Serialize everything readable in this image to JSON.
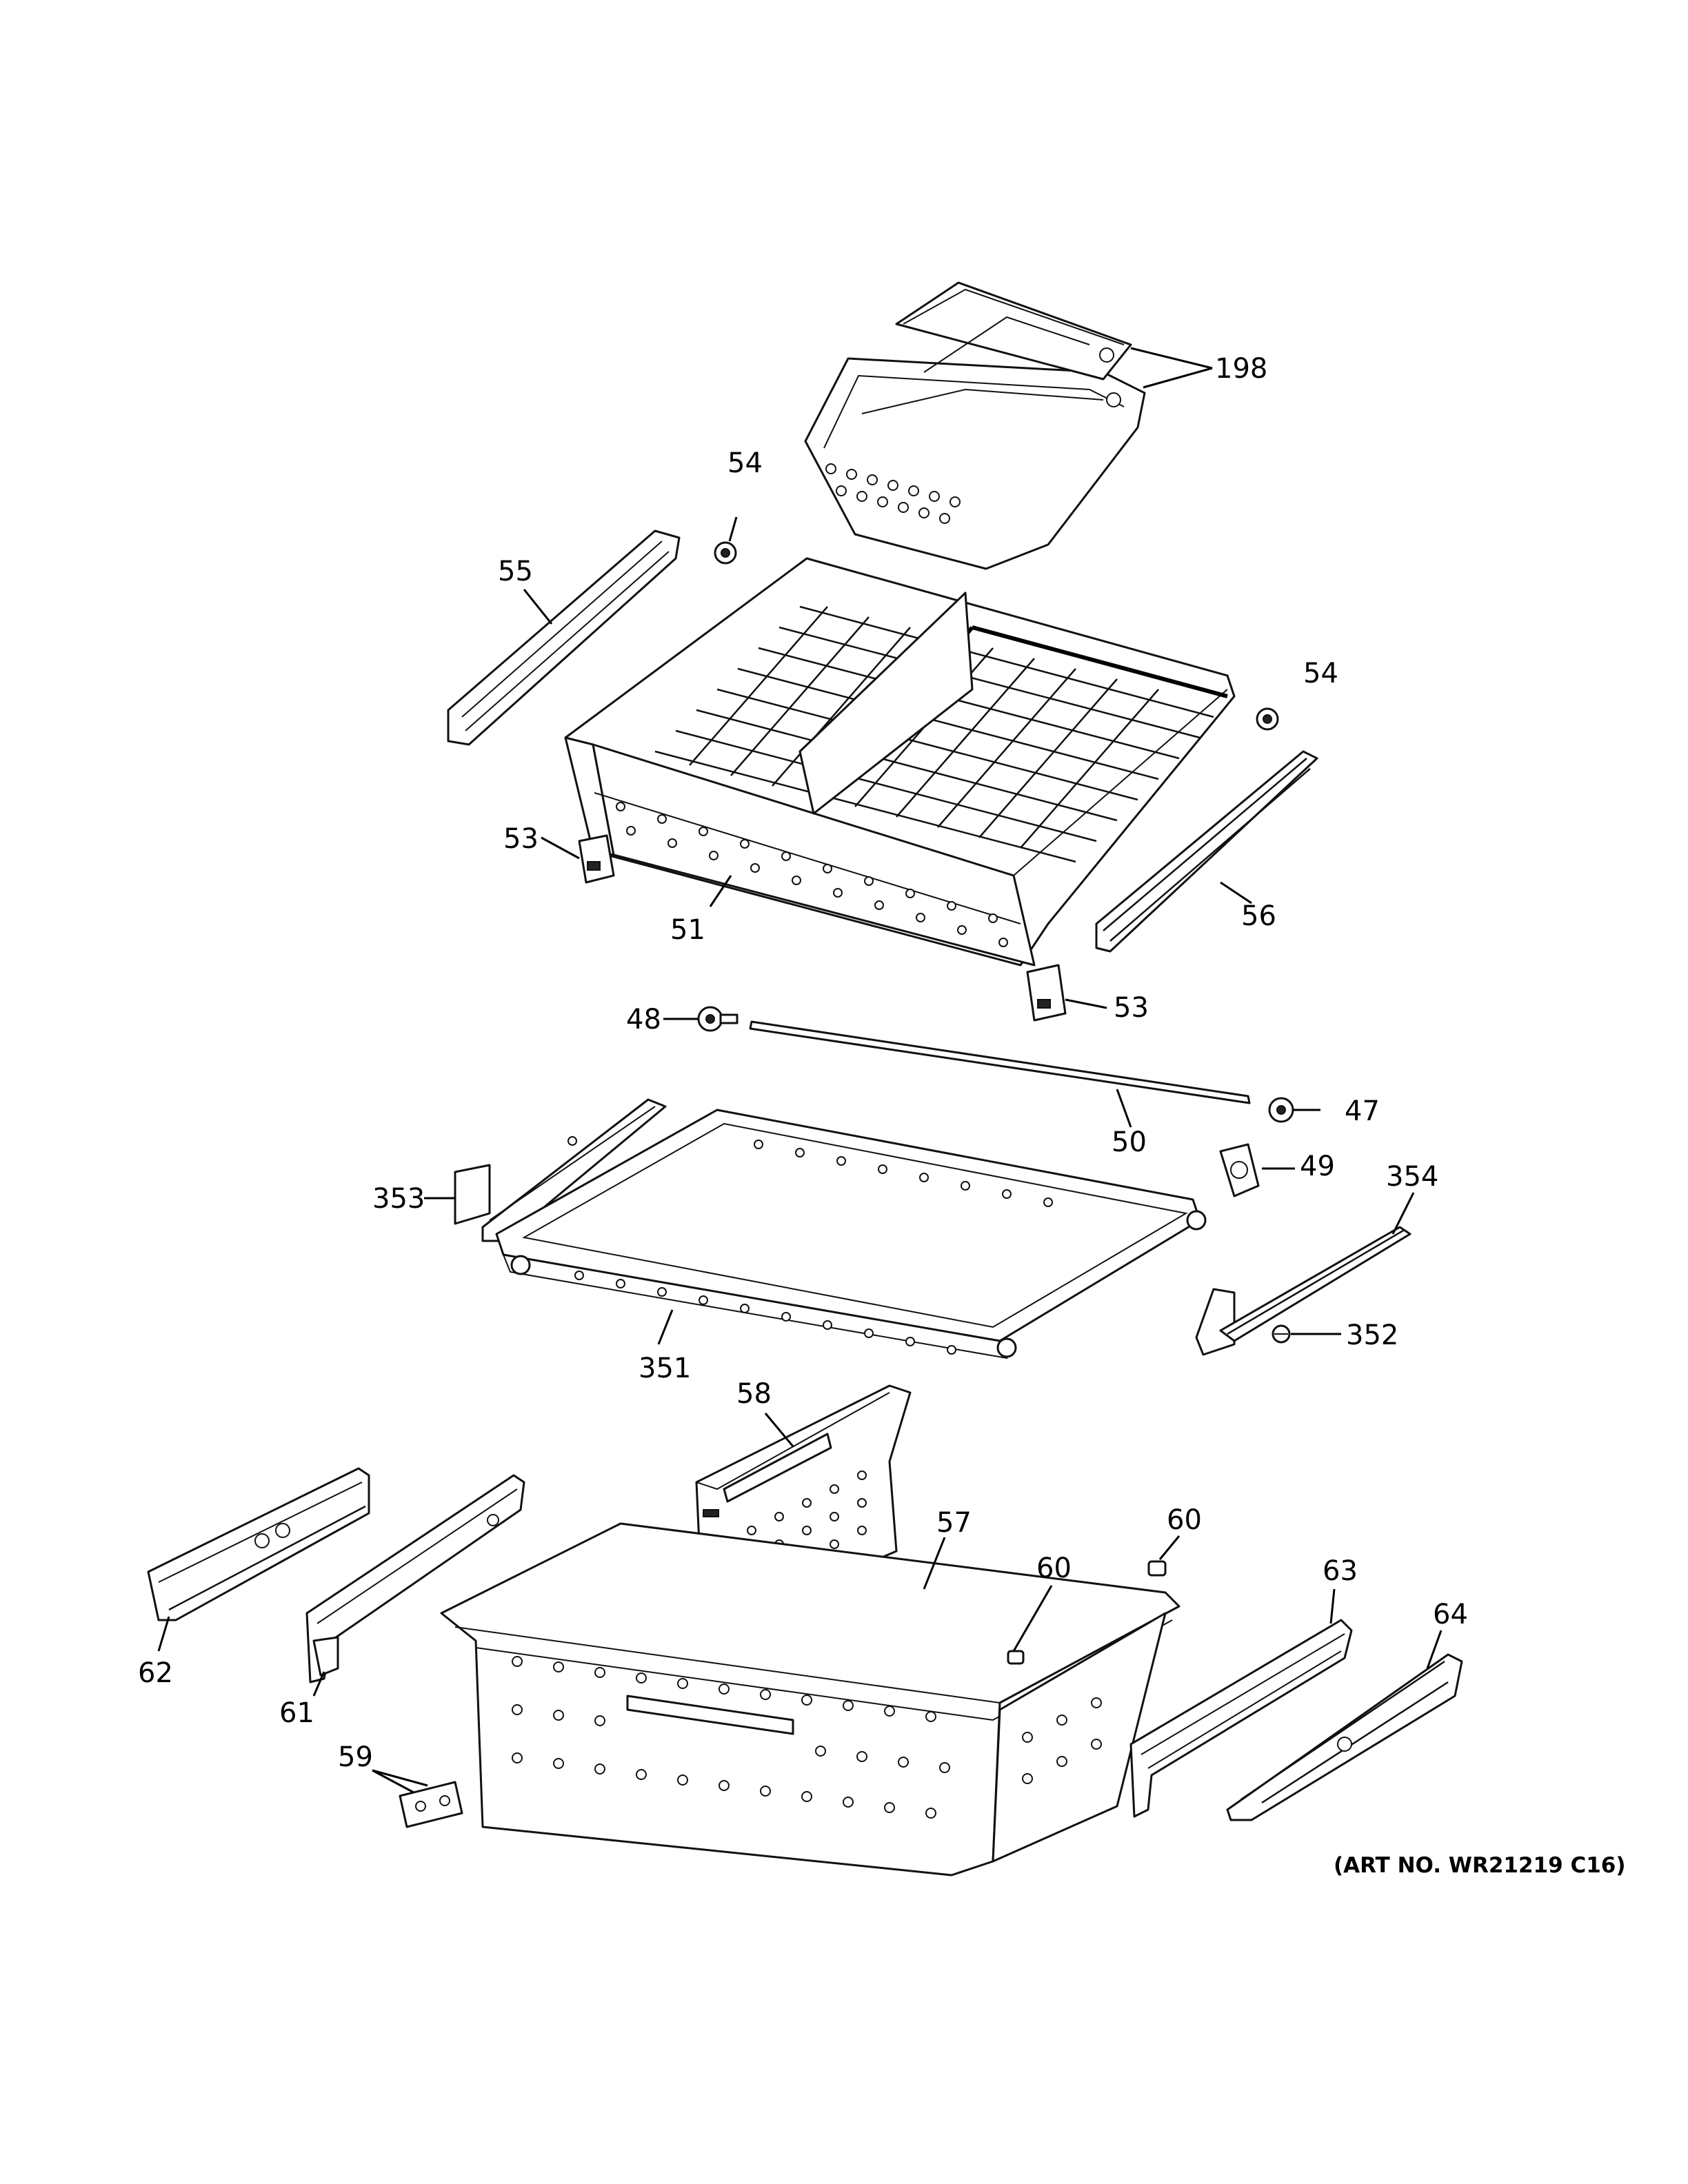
{
  "callouts": {
    "c198": "198",
    "c54a": "54",
    "c54b": "54",
    "c55": "55",
    "c53a": "53",
    "c53b": "53",
    "c51": "51",
    "c56": "56",
    "c48": "48",
    "c47": "47",
    "c50": "50",
    "c49": "49",
    "c353": "353",
    "c354": "354",
    "c352": "352",
    "c351": "351",
    "c58": "58",
    "c57": "57",
    "c60a": "60",
    "c60b": "60",
    "c63": "63",
    "c64": "64",
    "c62": "62",
    "c61": "61",
    "c59": "59"
  },
  "art_number": "(ART NO. WR21219 C16)"
}
